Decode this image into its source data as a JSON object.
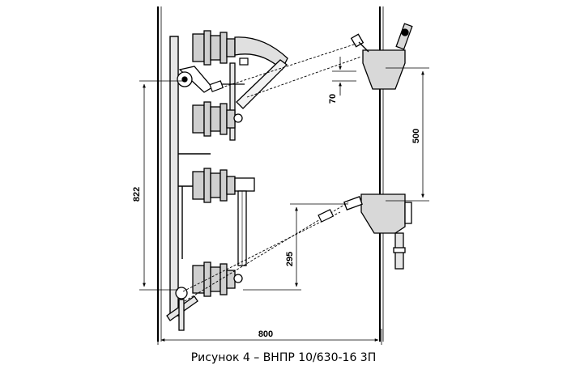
{
  "caption": "Рисунок 4 – ВНПР 10/630-16 3П",
  "dimensions": {
    "height_total": "822",
    "width_total": "800",
    "offset_top": "70",
    "drive_spacing": "500",
    "lower_offset": "295"
  },
  "colors": {
    "line": "#000000",
    "metal_fill": "#cfcfcf",
    "background": "#ffffff"
  }
}
